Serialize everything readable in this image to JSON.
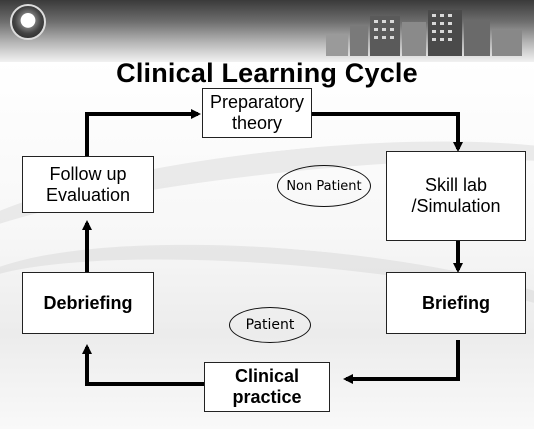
{
  "slide": {
    "title": "Clinical Learning Cycle"
  },
  "cycle": {
    "preparatory": "Preparatory theory",
    "skill_lab": "Skill lab /Simulation",
    "briefing": "Briefing",
    "clinical": "Clinical practice",
    "debriefing": "Debriefing",
    "follow_up": "Follow up Evaluation"
  },
  "labels": {
    "non_patient": "Non Patient",
    "patient": "Patient"
  }
}
